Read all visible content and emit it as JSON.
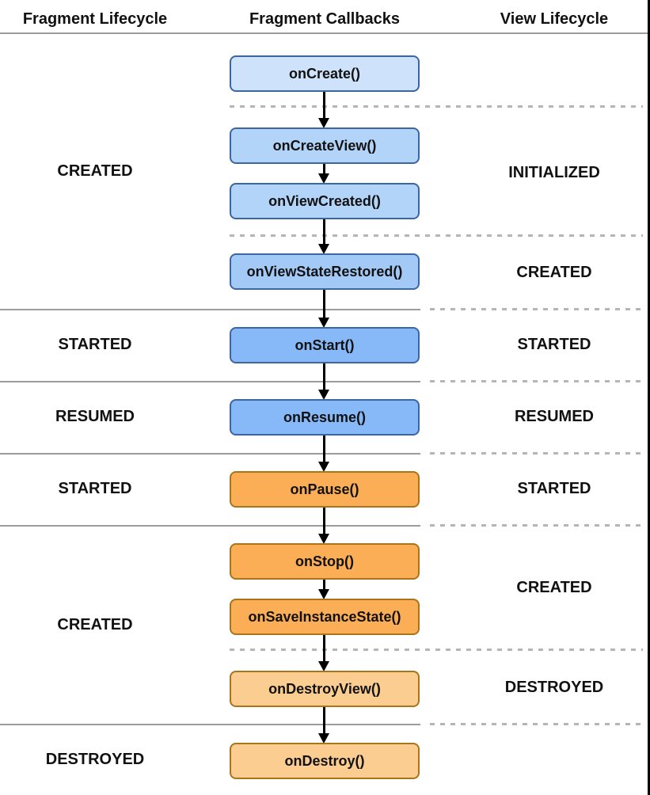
{
  "diagram": {
    "headers": {
      "fragment_lifecycle": "Fragment Lifecycle",
      "fragment_callbacks": "Fragment Callbacks",
      "view_lifecycle": "View Lifecycle"
    },
    "callbacks": [
      {
        "label": "onCreate()",
        "color_group": "blue-lightest"
      },
      {
        "label": "onCreateView()",
        "color_group": "blue-light"
      },
      {
        "label": "onViewCreated()",
        "color_group": "blue-light"
      },
      {
        "label": "onViewStateRestored()",
        "color_group": "blue-medium"
      },
      {
        "label": "onStart()",
        "color_group": "blue-strong"
      },
      {
        "label": "onResume()",
        "color_group": "blue-strong"
      },
      {
        "label": "onPause()",
        "color_group": "orange-strong"
      },
      {
        "label": "onStop()",
        "color_group": "orange-strong"
      },
      {
        "label": "onSaveInstanceState()",
        "color_group": "orange-strong"
      },
      {
        "label": "onDestroyView()",
        "color_group": "orange-light"
      },
      {
        "label": "onDestroy()",
        "color_group": "orange-light"
      }
    ],
    "fragment_states": [
      "CREATED",
      "STARTED",
      "RESUMED",
      "STARTED",
      "CREATED",
      "DESTROYED"
    ],
    "view_states": [
      "INITIALIZED",
      "CREATED",
      "STARTED",
      "RESUMED",
      "STARTED",
      "CREATED",
      "DESTROYED"
    ],
    "colors": {
      "blue_lightest_fill": "#cfe2fb",
      "blue_light_fill": "#b2d4f9",
      "blue_medium_fill": "#a3c9f6",
      "blue_strong_fill": "#87b9f8",
      "blue_border": "#3b66a0",
      "orange_strong_fill": "#fbae55",
      "orange_light_fill": "#fbcd90",
      "orange_border": "#a8751a",
      "solid_divider": "#9c9c9c",
      "dashed_divider": "#b5b5b5",
      "arrow": "#000000",
      "text": "#111111"
    }
  }
}
